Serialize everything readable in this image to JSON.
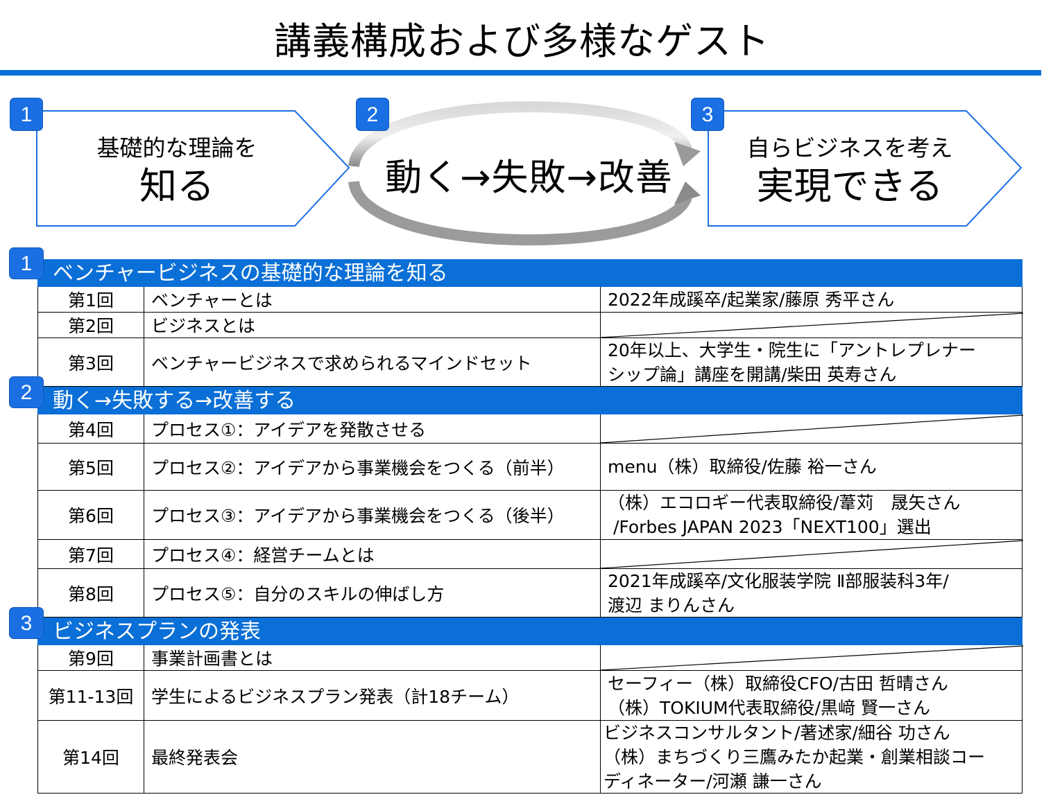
{
  "title": "講義構成および多様なゲスト",
  "stages": [
    {
      "num": "1",
      "small": "基礎的な理論を",
      "big": "知る"
    },
    {
      "num": "2",
      "big": "動く→失敗→改善"
    },
    {
      "num": "3",
      "small": "自らビジネスを考え",
      "big": "実現できる"
    }
  ],
  "colors": {
    "accent": "#0a6fd6",
    "badge": "#1a6fe3"
  },
  "sections": [
    {
      "num": "1",
      "title": "ベンチャービジネスの基礎的な理論を知る",
      "rows": [
        {
          "num": "第1回",
          "topic": "ベンチャーとは",
          "guest": "2022年成蹊卒/起業家/藤原 秀平さん"
        },
        {
          "num": "第2回",
          "topic": "ビジネスとは",
          "guest": ""
        },
        {
          "num": "第3回",
          "topic": "ベンチャービジネスで求められるマインドセット",
          "guest": "20年以上、大学生・院生に「アントレプレナー\nシップ論」講座を開講/柴田 英寿さん"
        }
      ]
    },
    {
      "num": "2",
      "title": "動く→失敗する→改善する",
      "rows": [
        {
          "num": "第4回",
          "topic": "プロセス①：アイデアを発散させる",
          "guest": ""
        },
        {
          "num": "第5回",
          "topic": "プロセス②：アイデアから事業機会をつくる（前半）",
          "guest": "menu（株）取締役/佐藤 裕一さん"
        },
        {
          "num": "第6回",
          "topic": "プロセス③：アイデアから事業機会をつくる（後半）",
          "guest": "（株）エコロギー代表取締役/葦苅　晟矢さん\n /Forbes JAPAN 2023「NEXT100」選出"
        },
        {
          "num": "第7回",
          "topic": "プロセス④：経営チームとは",
          "guest": ""
        },
        {
          "num": "第8回",
          "topic": "プロセス⑤：自分のスキルの伸ばし方",
          "guest": "2021年成蹊卒/文化服装学院 Ⅱ部服装科3年/\n渡辺 まりんさん"
        }
      ]
    },
    {
      "num": "3",
      "title": "ビジネスプランの発表",
      "rows": [
        {
          "num": "第9回",
          "topic": "事業計画書とは",
          "guest": ""
        },
        {
          "num": "第11-13回",
          "topic": "学生によるビジネスプラン発表（計18チーム）",
          "guest": "セーフィー（株）取締役CFO/古田 哲晴さん\n（株）TOKIUM代表取締役/黒﨑 賢一さん"
        },
        {
          "num": "第14回",
          "topic": "最終発表会",
          "guest": "ビジネスコンサルタント/著述家/細谷 功さん\n（株）まちづくり三鷹みたか起業・創業相談コー\nディネーター/河瀬 謙一さん"
        }
      ]
    }
  ]
}
